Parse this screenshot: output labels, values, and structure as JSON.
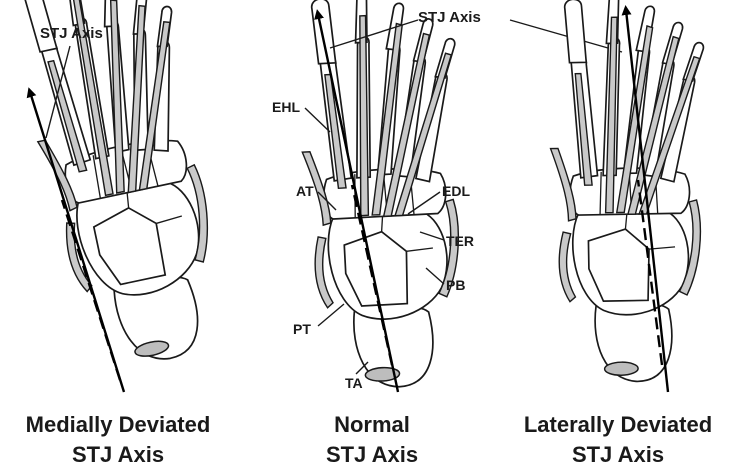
{
  "labels": {
    "stj_axis_left": "STJ Axis",
    "stj_axis_top": "STJ Axis",
    "ehl": "EHL",
    "at": "AT",
    "edl": "EDL",
    "ter": "TER",
    "pb": "PB",
    "pt": "PT",
    "ta": "TA"
  },
  "captions": {
    "left": [
      "Medially Deviated",
      "STJ Axis"
    ],
    "center": [
      "Normal",
      "STJ Axis"
    ],
    "right": [
      "Laterally Deviated",
      "STJ Axis"
    ]
  }
}
